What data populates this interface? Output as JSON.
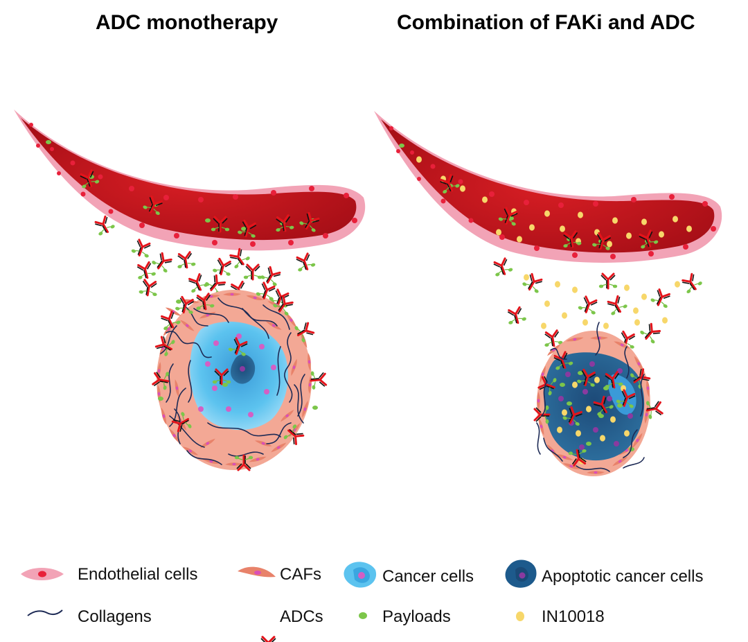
{
  "panels": {
    "left_title": "ADC monotherapy",
    "right_title": "Combination of FAKi and ADC"
  },
  "legend": {
    "items": [
      {
        "key": "endothelial",
        "label": "Endothelial cells",
        "icon": "endothelial-cell-icon"
      },
      {
        "key": "cafs",
        "label": "CAFs",
        "icon": "caf-icon"
      },
      {
        "key": "cancer",
        "label": "Cancer cells",
        "icon": "cancer-cell-icon"
      },
      {
        "key": "apoptotic",
        "label": "Apoptotic cancer cells",
        "icon": "apoptotic-cell-icon"
      },
      {
        "key": "collagens",
        "label": "Collagens",
        "icon": "collagen-icon"
      },
      {
        "key": "adcs",
        "label": "ADCs",
        "icon": "adc-antibody-icon"
      },
      {
        "key": "payloads",
        "label": "Payloads",
        "icon": "payload-dot-icon"
      },
      {
        "key": "in10018",
        "label": "IN10018",
        "icon": "in10018-dot-icon"
      }
    ]
  },
  "colors": {
    "vessel": "#c8161d",
    "vessel_wall": "#f2a3b6",
    "endothelial_nucleus": "#e8203a",
    "caf": "#e8826a",
    "cancer_cell": "#5cc3ef",
    "apoptotic_cell": "#1d5a8c",
    "nucleus": "#d45fc4",
    "collagen": "#1d2a55",
    "adc_heavy": "#e3141b",
    "adc_light": "#111111",
    "payload": "#7cc64a",
    "in10018": "#f7d76a"
  }
}
